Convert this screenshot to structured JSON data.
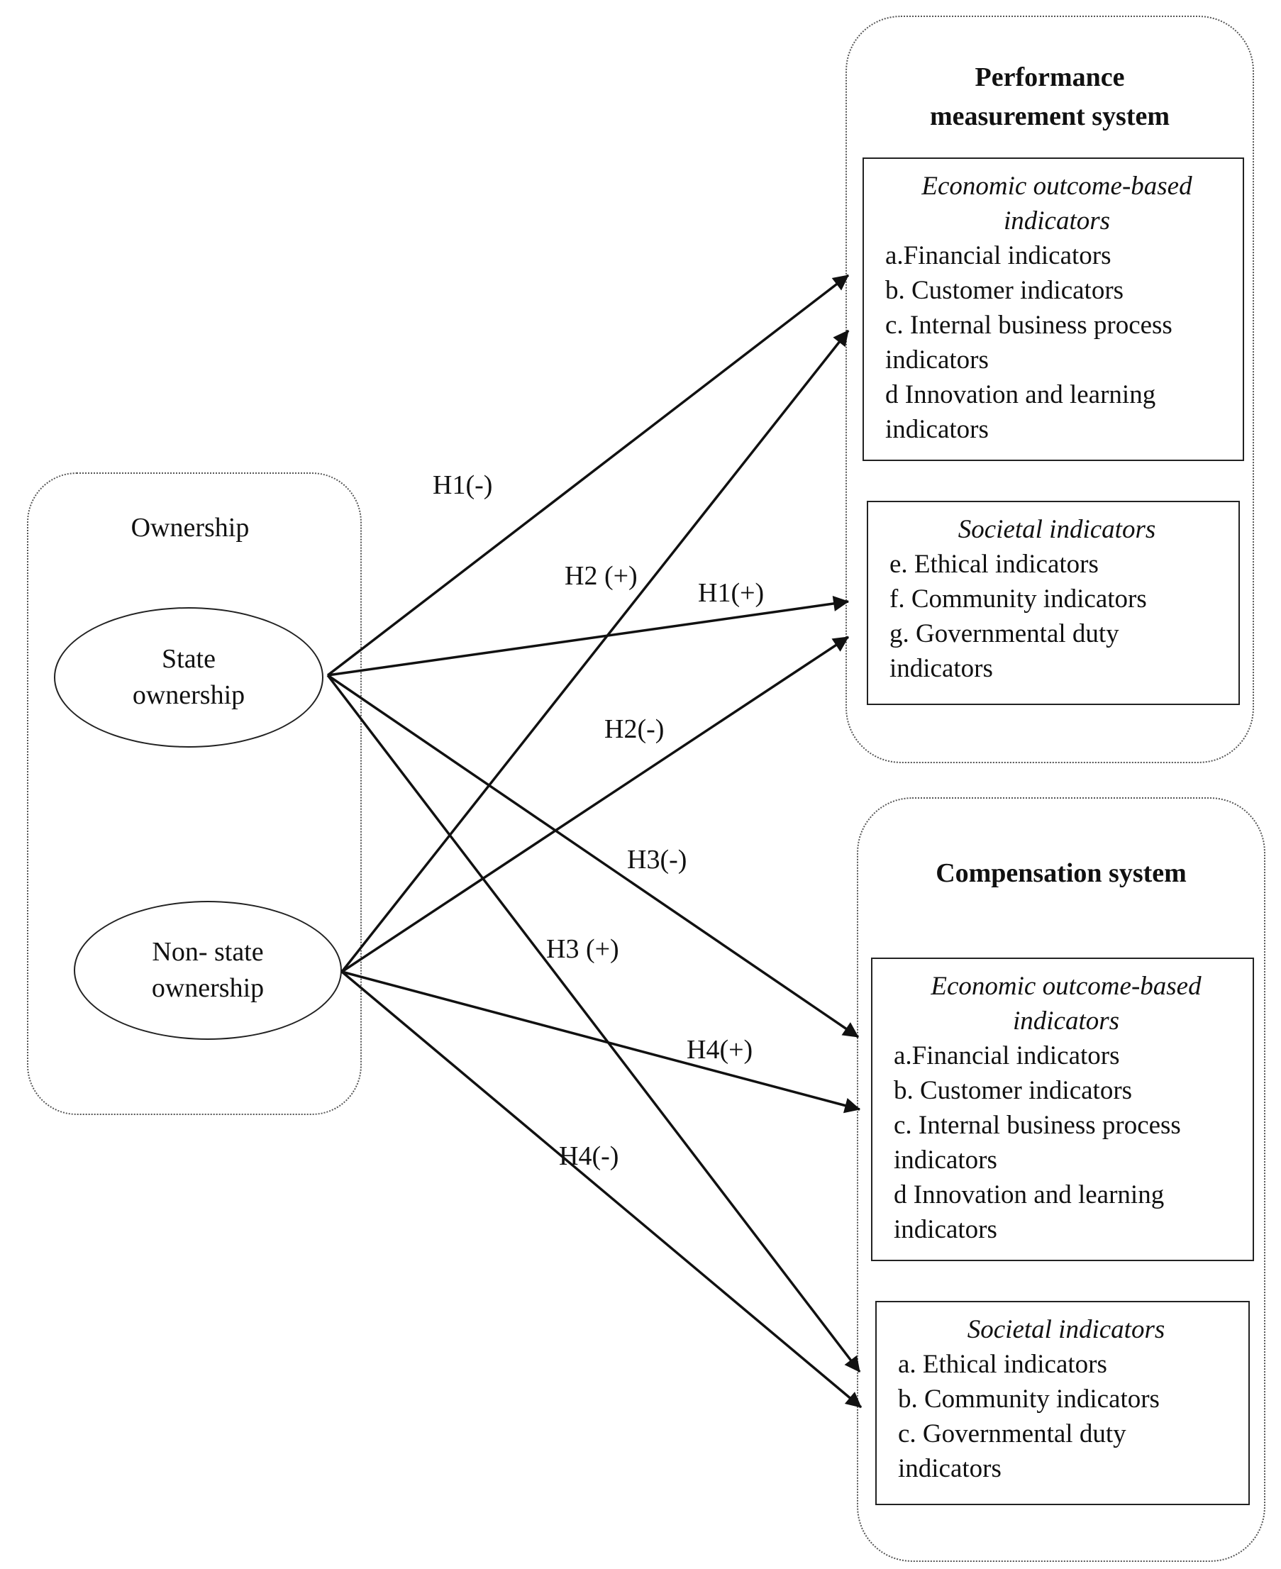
{
  "ownership": {
    "title": "Ownership",
    "state": "State\nownership",
    "nonstate": "Non- state\nownership"
  },
  "performance": {
    "title_line1": "Performance",
    "title_line2": "measurement system",
    "economic": {
      "heading": "Economic outcome-based indicators",
      "items": [
        "a.Financial indicators",
        "b. Customer indicators",
        "c. Internal business process indicators",
        "d Innovation and learning indicators"
      ]
    },
    "societal": {
      "heading": "Societal indicators",
      "items": [
        "e. Ethical indicators",
        "f. Community indicators",
        "g. Governmental duty indicators"
      ]
    }
  },
  "compensation": {
    "title": "Compensation system",
    "economic": {
      "heading": "Economic outcome-based indicators",
      "items": [
        "a.Financial indicators",
        "b. Customer indicators",
        "c. Internal business process indicators",
        "d Innovation and learning indicators"
      ]
    },
    "societal": {
      "heading": "Societal indicators",
      "items": [
        "a. Ethical indicators",
        "b. Community indicators",
        "c. Governmental duty indicators"
      ]
    }
  },
  "hypotheses": {
    "h1_neg": "H1(-)",
    "h1_pos": "H1(+)",
    "h2_pos": "H2 (+)",
    "h2_neg": "H2(-)",
    "h3_neg": "H3(-)",
    "h3_pos": "H3 (+)",
    "h4_pos": "H4(+)",
    "h4_neg": "H4(-)"
  }
}
